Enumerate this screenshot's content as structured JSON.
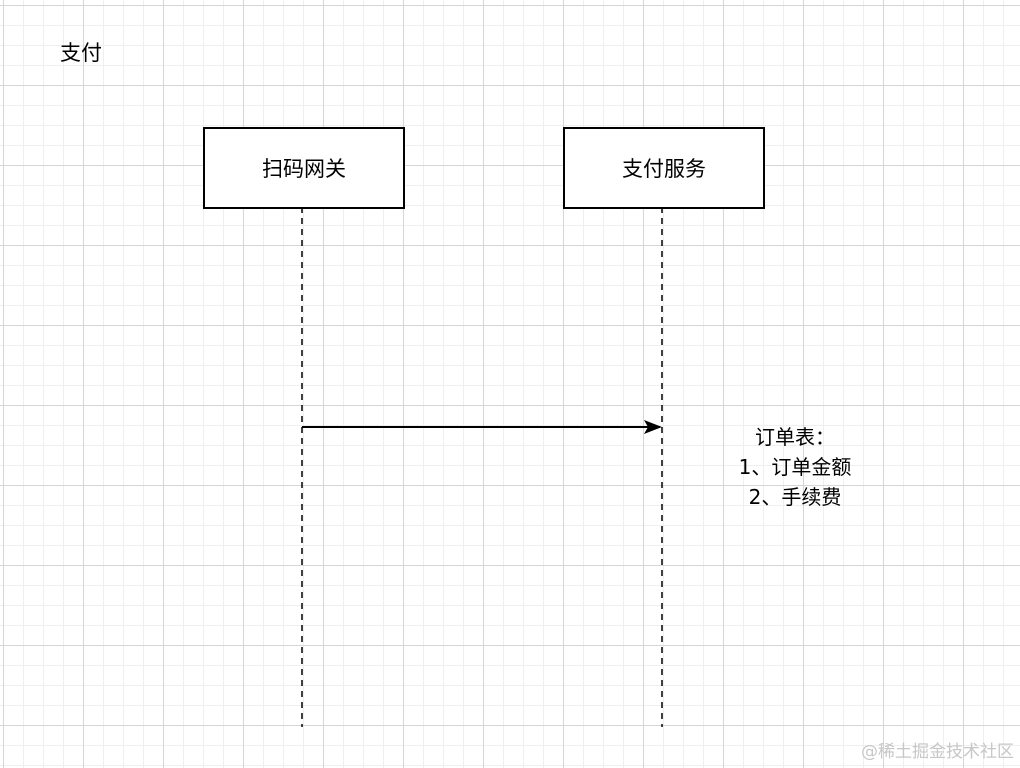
{
  "title": "支付",
  "lifelines": [
    {
      "label": "扫码网关"
    },
    {
      "label": "支付服务"
    }
  ],
  "message": {
    "from": "扫码网关",
    "to": "支付服务",
    "label": ""
  },
  "note": {
    "lines": [
      "订单表：",
      "1、订单金额",
      "2、手续费"
    ]
  },
  "watermark": "@稀土掘金技术社区",
  "colors": {
    "stroke": "#000000",
    "grid_major": "#d6d6d6",
    "grid_minor": "#efefef",
    "watermark": "#c7c7c7"
  }
}
